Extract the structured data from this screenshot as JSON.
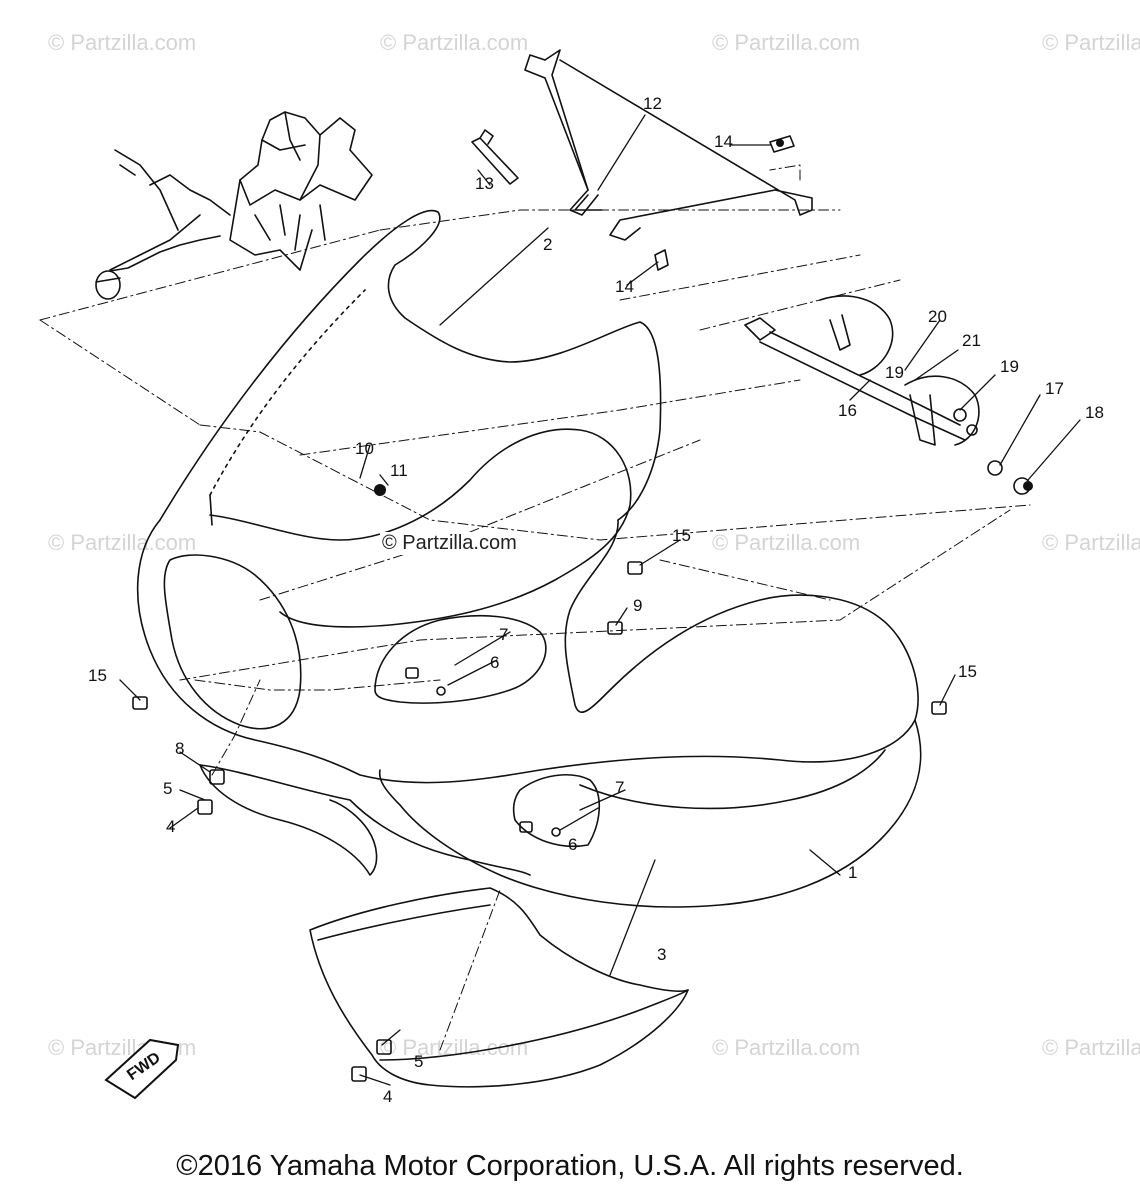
{
  "watermark": "© Partzilla.com",
  "center_watermark": "© Partzilla.com",
  "copyright": "©2016 Yamaha Motor Corporation, U.S.A. All rights reserved.",
  "fwd_badge": "FWD",
  "callouts": [
    "1",
    "2",
    "3",
    "4",
    "5",
    "6",
    "7",
    "8",
    "9",
    "10",
    "11",
    "12",
    "13",
    "14",
    "15",
    "16",
    "17",
    "18",
    "19",
    "20",
    "21"
  ],
  "colors": {
    "ink": "#111111",
    "watermark": "#d4d4d4",
    "background": "#ffffff"
  }
}
